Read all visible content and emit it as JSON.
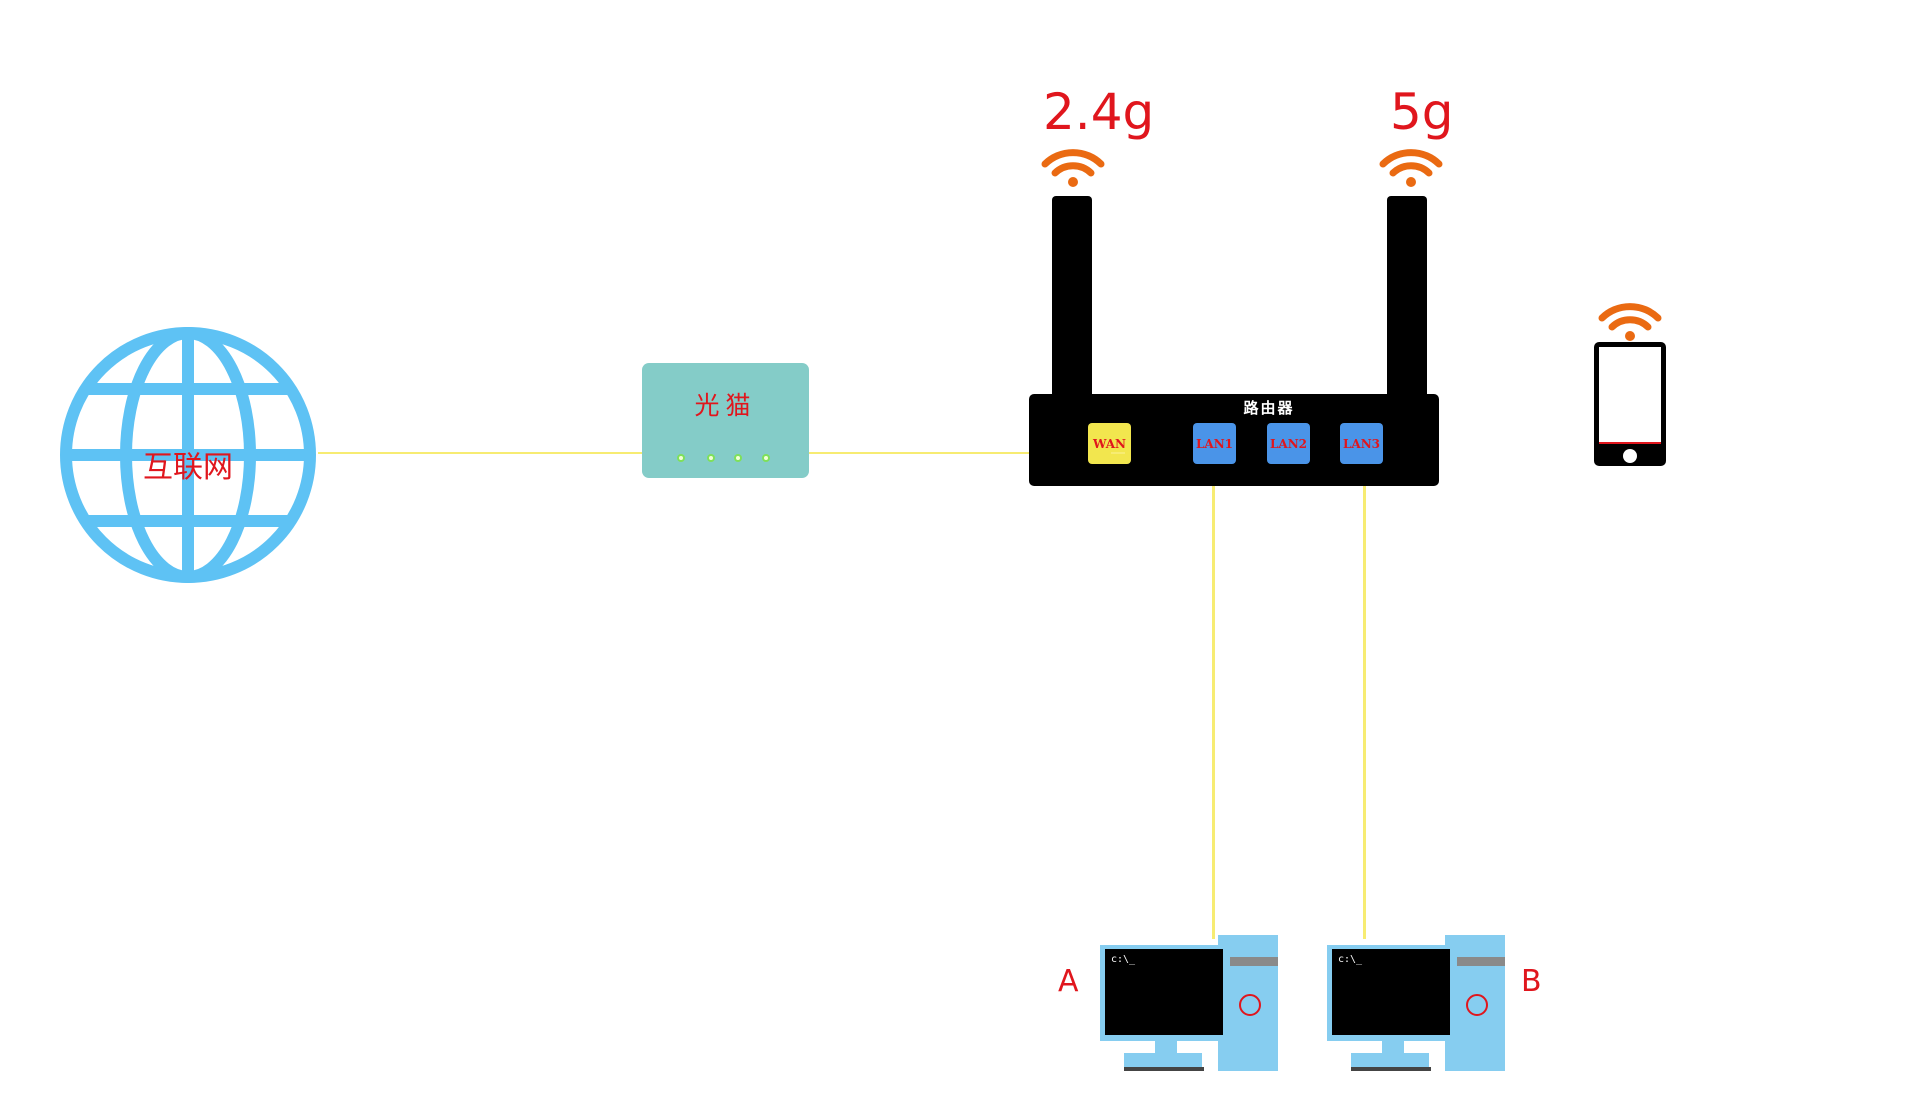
{
  "internet": {
    "label": "互联网",
    "color": "#5ec2f4"
  },
  "modem": {
    "label": "光猫",
    "led_count": 4
  },
  "router": {
    "label": "路由器",
    "ports": [
      {
        "label": "WAN",
        "kind": "wan"
      },
      {
        "label": "LAN1",
        "kind": "lan"
      },
      {
        "label": "LAN2",
        "kind": "lan"
      },
      {
        "label": "LAN3",
        "kind": "lan"
      }
    ],
    "bands": [
      {
        "label": "2.4g"
      },
      {
        "label": "5g"
      }
    ]
  },
  "computers": [
    {
      "label": "A",
      "prompt": "c:\\_"
    },
    {
      "label": "B",
      "prompt": "c:\\_"
    }
  ],
  "colors": {
    "wire": "#f7ec72",
    "wifi": "#ea6a12",
    "label_red": "#e0161d",
    "device_blue": "#86cdf0"
  }
}
